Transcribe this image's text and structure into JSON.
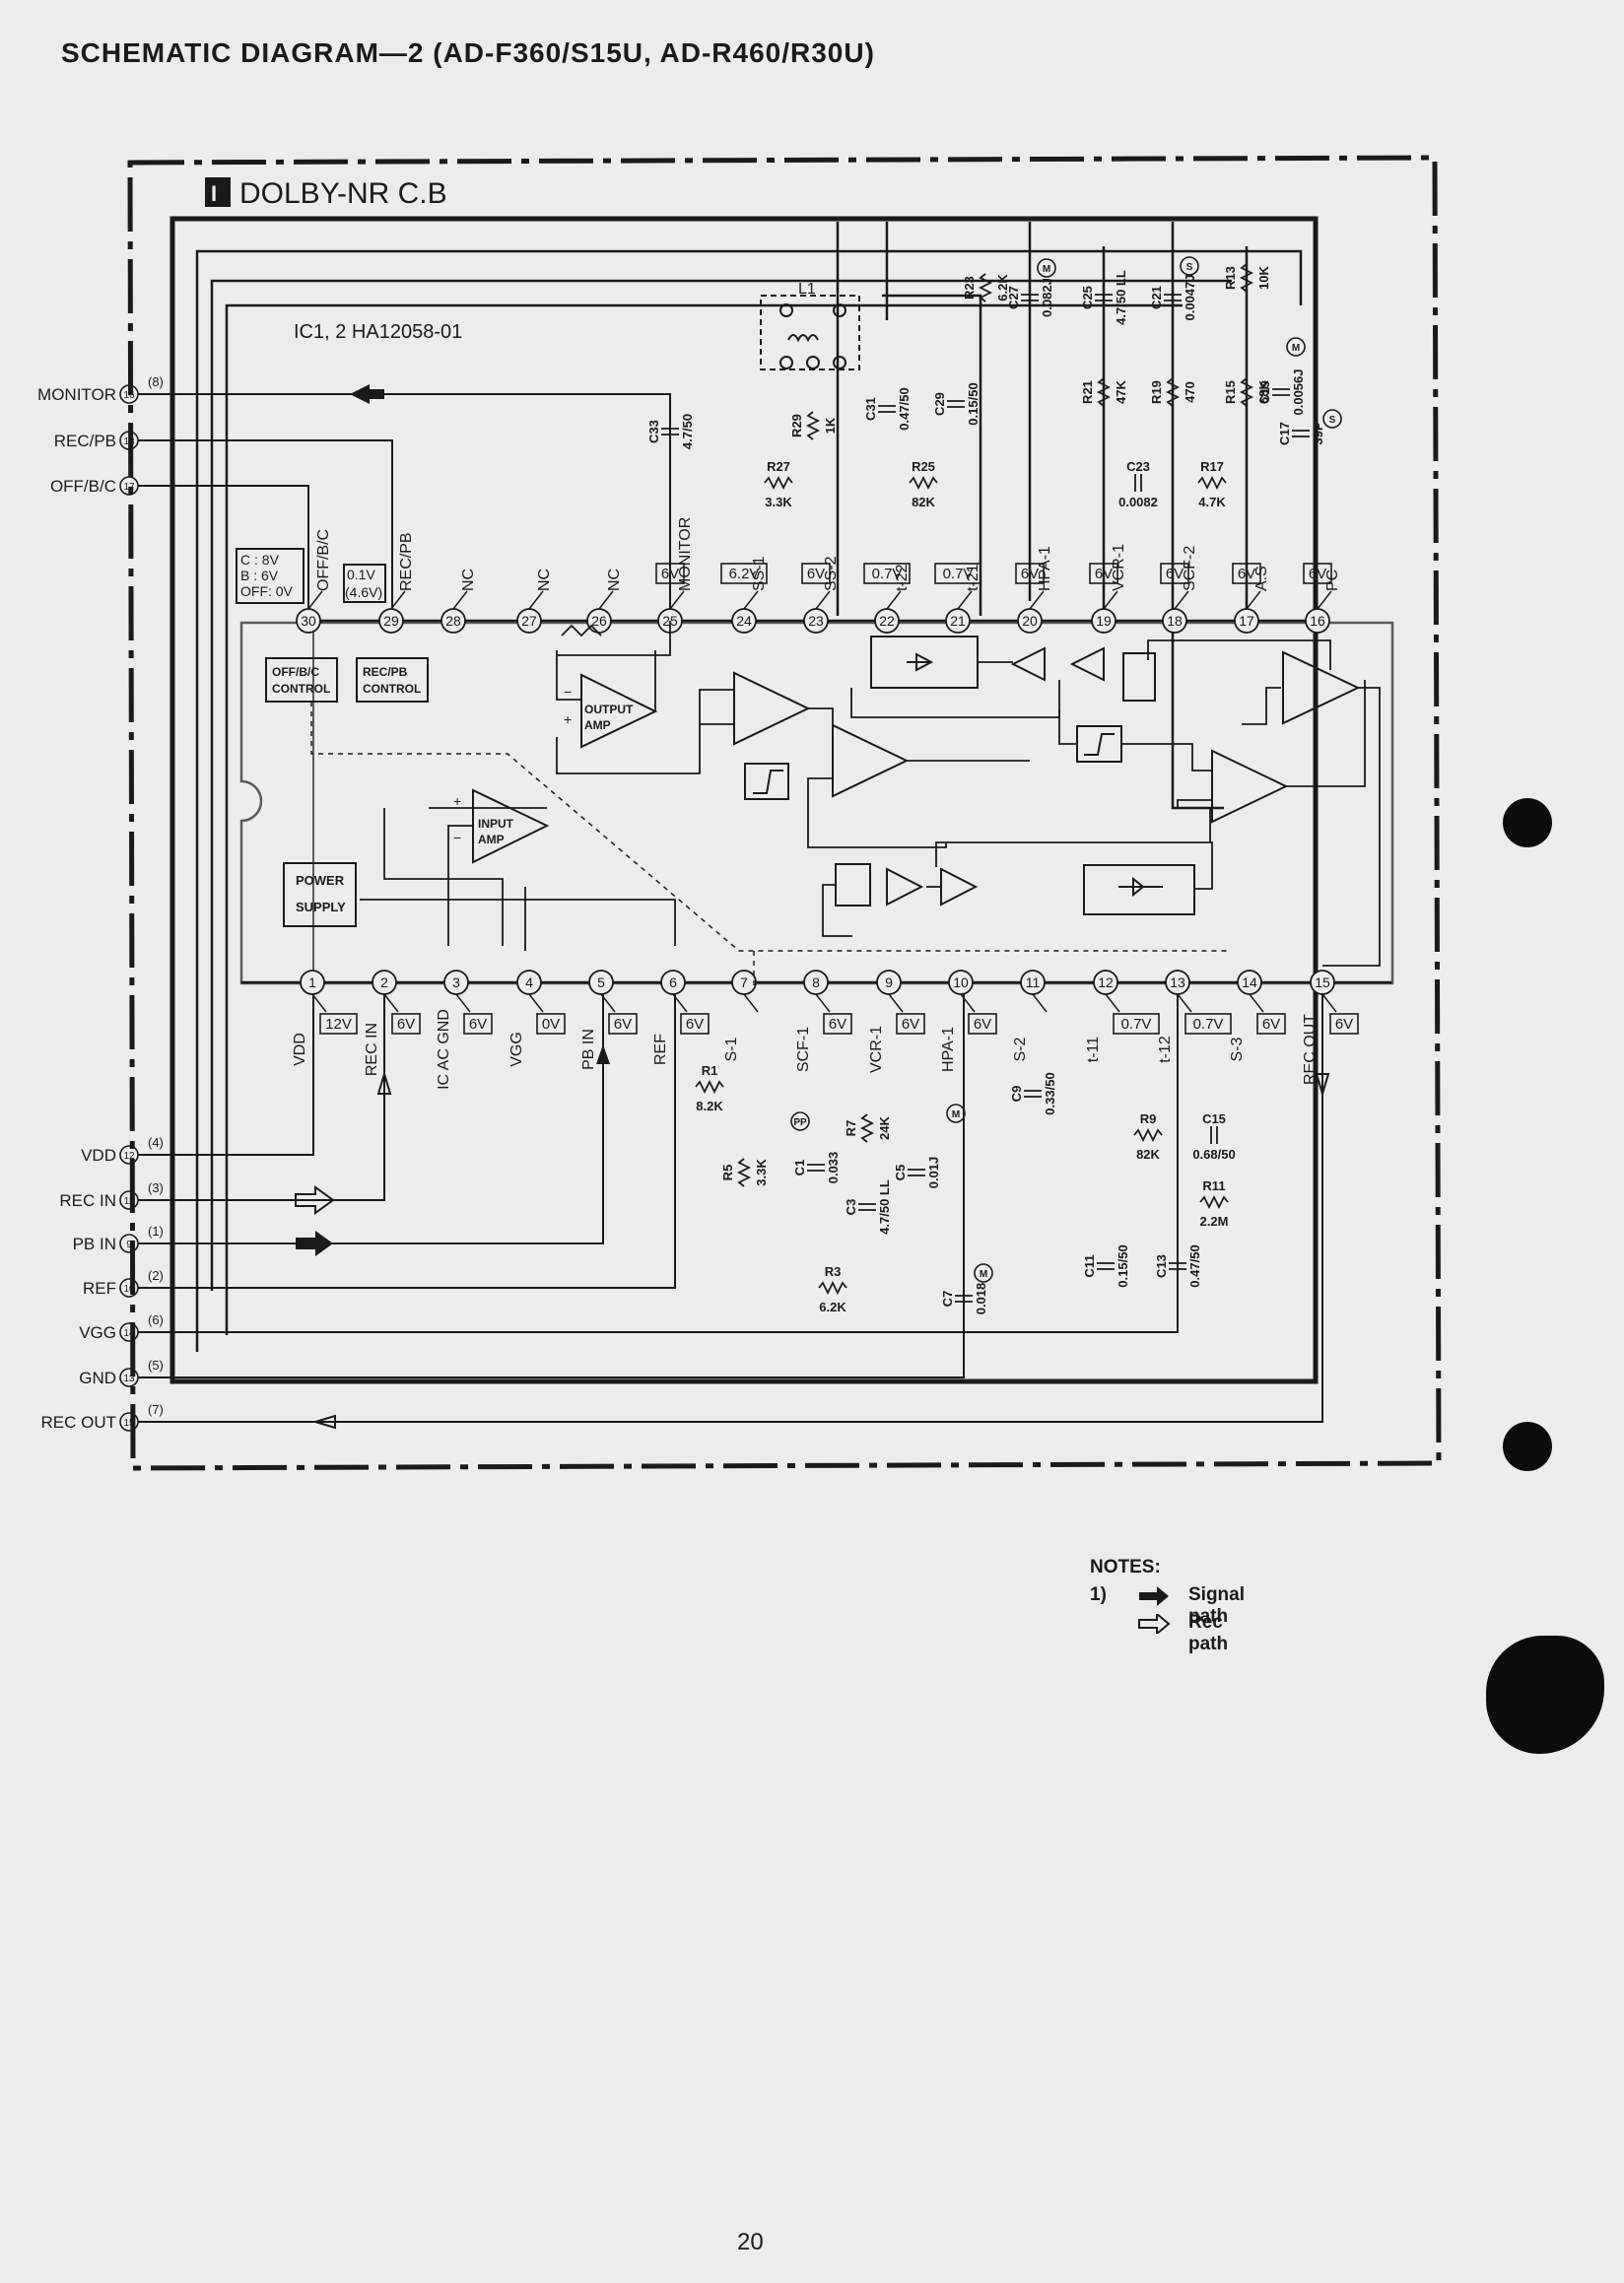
{
  "header": {
    "title": "SCHEMATIC DIAGRAM—2 (AD-F360/S15U, AD-R460/R30U)"
  },
  "board": {
    "id": "I",
    "name": "DOLBY-NR C.B"
  },
  "ic": {
    "label": "IC1, 2 HA12058-01"
  },
  "connector_left": [
    {
      "name": "MONITOR",
      "num": "16",
      "paren": "(8)"
    },
    {
      "name": "REC/PB",
      "num": "18",
      "paren": ""
    },
    {
      "name": "OFF/B/C",
      "num": "17",
      "paren": ""
    },
    {
      "name": "VDD",
      "num": "12",
      "paren": "(4)"
    },
    {
      "name": "REC IN",
      "num": "11",
      "paren": "(3)"
    },
    {
      "name": "PB IN",
      "num": "9",
      "paren": "(1)"
    },
    {
      "name": "REF",
      "num": "10",
      "paren": "(2)"
    },
    {
      "name": "VGG",
      "num": "14",
      "paren": "(6)"
    },
    {
      "name": "GND",
      "num": "13",
      "paren": "(5)"
    },
    {
      "name": "REC OUT",
      "num": "15",
      "paren": "(7)"
    }
  ],
  "pins_top": [
    {
      "num": "30",
      "label": "OFF/B/C",
      "volt": ""
    },
    {
      "num": "29",
      "label": "REC/PB",
      "volt": ""
    },
    {
      "num": "28",
      "label": "NC",
      "volt": ""
    },
    {
      "num": "27",
      "label": "NC",
      "volt": ""
    },
    {
      "num": "26",
      "label": "NC",
      "volt": ""
    },
    {
      "num": "25",
      "label": "MONITOR",
      "volt": "6V"
    },
    {
      "num": "24",
      "label": "SS-1",
      "volt": "6.2V"
    },
    {
      "num": "23",
      "label": "SS-2",
      "volt": "6V"
    },
    {
      "num": "22",
      "label": "t-22",
      "volt": "0.7V"
    },
    {
      "num": "21",
      "label": "t-21",
      "volt": "0.7V"
    },
    {
      "num": "20",
      "label": "HPA-1",
      "volt": "6V"
    },
    {
      "num": "19",
      "label": "VCR-1",
      "volt": "6V"
    },
    {
      "num": "18",
      "label": "SCF-2",
      "volt": "6V"
    },
    {
      "num": "17",
      "label": "A.S",
      "volt": "6V"
    },
    {
      "num": "16",
      "label": "PC",
      "volt": "6V"
    }
  ],
  "pins_bottom": [
    {
      "num": "1",
      "label": "VDD",
      "volt": "12V"
    },
    {
      "num": "2",
      "label": "REC IN",
      "volt": "6V"
    },
    {
      "num": "3",
      "label": "IC AC GND",
      "volt": "6V"
    },
    {
      "num": "4",
      "label": "VGG",
      "volt": "0V"
    },
    {
      "num": "5",
      "label": "PB IN",
      "volt": "6V"
    },
    {
      "num": "6",
      "label": "REF",
      "volt": "6V"
    },
    {
      "num": "7",
      "label": "S-1",
      "volt": ""
    },
    {
      "num": "8",
      "label": "SCF-1",
      "volt": "6V"
    },
    {
      "num": "9",
      "label": "VCR-1",
      "volt": "6V"
    },
    {
      "num": "10",
      "label": "HPA-1",
      "volt": "6V"
    },
    {
      "num": "11",
      "label": "S-2",
      "volt": ""
    },
    {
      "num": "12",
      "label": "t-11",
      "volt": "0.7V"
    },
    {
      "num": "13",
      "label": "t-12",
      "volt": "0.7V"
    },
    {
      "num": "14",
      "label": "S-3",
      "volt": "6V"
    },
    {
      "num": "15",
      "label": "REC OUT",
      "volt": "6V"
    }
  ],
  "pin30_states": [
    "C : 8V",
    "B : 6V",
    "OFF: 0V"
  ],
  "pin29_states": [
    "0.1V",
    "(4.6V)"
  ],
  "blocks": {
    "off_bc_control": [
      "OFF/B/C",
      "CONTROL"
    ],
    "rec_pb_control": [
      "REC/PB",
      "CONTROL"
    ],
    "power_supply": [
      "POWER",
      "SUPPLY"
    ],
    "input_amp": [
      "INPUT",
      "AMP"
    ],
    "output_amp": [
      "OUTPUT",
      "AMP"
    ]
  },
  "components": {
    "L1": "L1",
    "C33": [
      "C33",
      "4.7/50"
    ],
    "R29": [
      "R29",
      "1K"
    ],
    "R27": [
      "R27",
      "3.3K"
    ],
    "C31": [
      "C31",
      "0.47/50"
    ],
    "C29": [
      "C29",
      "0.15/50"
    ],
    "R25": [
      "R25",
      "82K"
    ],
    "R23": [
      "R23",
      "6.2K"
    ],
    "C27": [
      "C27",
      "0.082J"
    ],
    "C25": [
      "C25",
      "4.7/50 LL"
    ],
    "C21": [
      "C21",
      "0.0047J"
    ],
    "R13": [
      "R13",
      "10K"
    ],
    "R21": [
      "R21",
      "47K"
    ],
    "R19": [
      "R19",
      "470"
    ],
    "R15": [
      "R15",
      "68K"
    ],
    "C19": [
      "C19",
      "0.0056J"
    ],
    "C17": [
      "C17",
      "39P"
    ],
    "C23": [
      "C23",
      "0.0082"
    ],
    "R17": [
      "R17",
      "4.7K"
    ],
    "R1": [
      "R1",
      "8.2K"
    ],
    "R5": [
      "R5",
      "3.3K"
    ],
    "C1": [
      "C1",
      "0.033"
    ],
    "R7": [
      "R7",
      "24K"
    ],
    "C3": [
      "C3",
      "4.7/50 LL"
    ],
    "C5": [
      "C5",
      "0.01J"
    ],
    "C9": [
      "C9",
      "0.33/50"
    ],
    "R9": [
      "R9",
      "82K"
    ],
    "C15": [
      "C15",
      "0.68/50"
    ],
    "R11": [
      "R11",
      "2.2M"
    ],
    "C11": [
      "C11",
      "0.15/50"
    ],
    "C13": [
      "C13",
      "0.47/50"
    ],
    "R3": [
      "R3",
      "6.2K"
    ],
    "C7": [
      "C7",
      "0.018"
    ]
  },
  "marks": {
    "M": "M",
    "S": "S",
    "PP": "PP"
  },
  "notes": {
    "title": "NOTES:",
    "num": "1)",
    "items": [
      "Signal path",
      "Rec path"
    ]
  },
  "page_number": "20",
  "colors": {
    "paper": "#ececea",
    "ink": "#1a1a1a",
    "ic_gray": "#5a5a5a"
  }
}
